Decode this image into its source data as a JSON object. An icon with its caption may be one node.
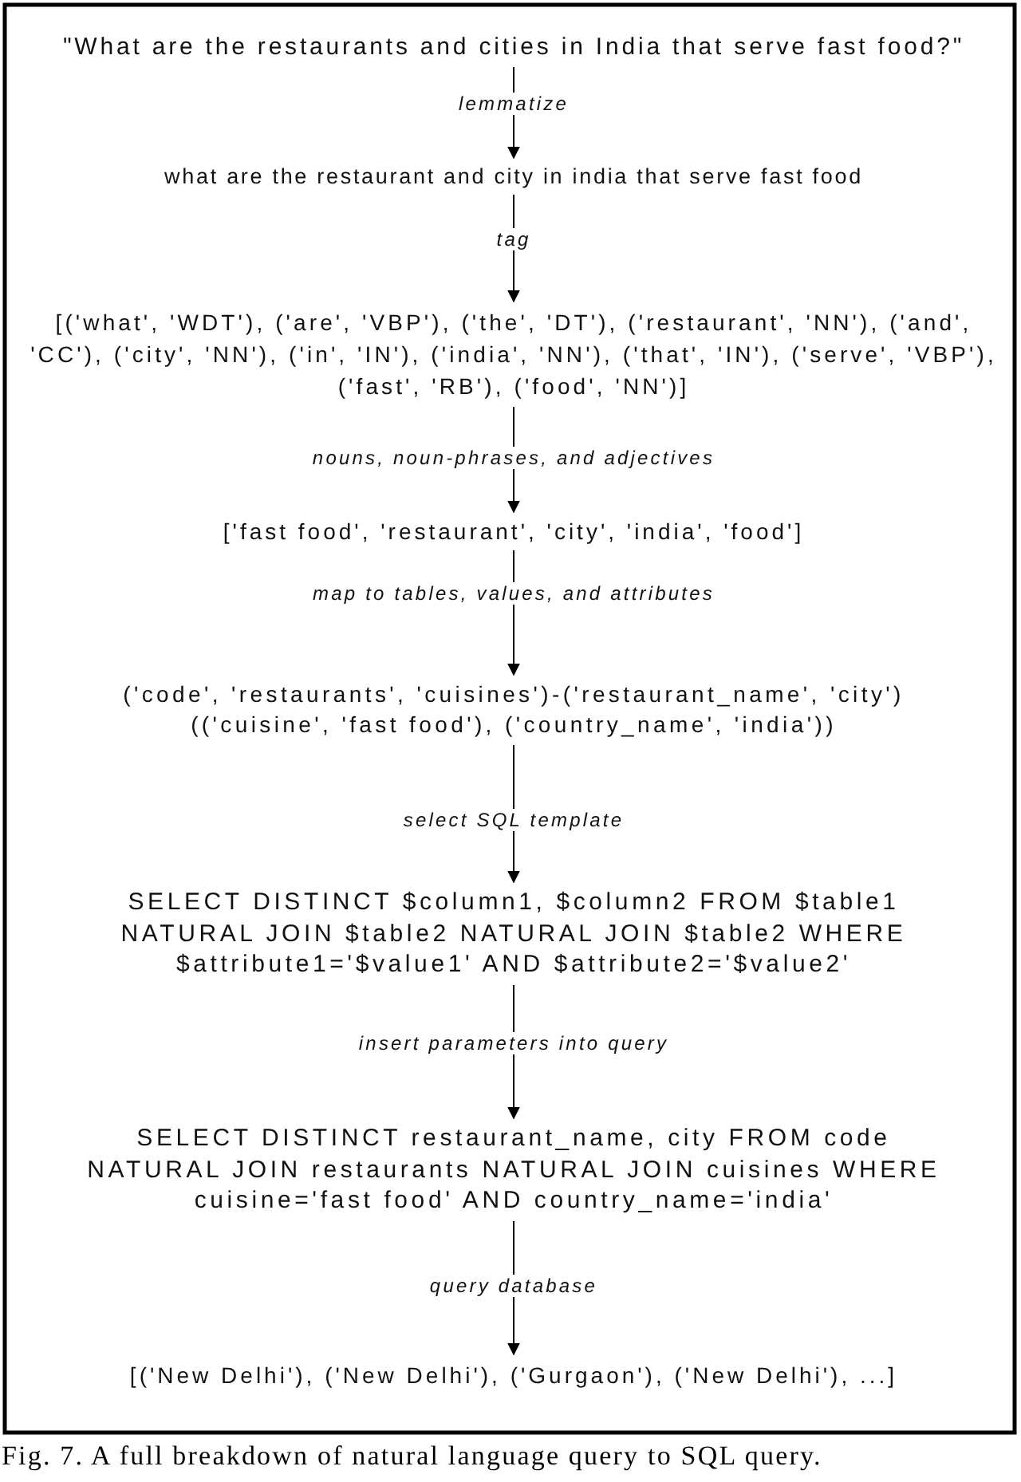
{
  "diagram": {
    "caption": "Fig. 7. A full breakdown of natural language query to SQL query.",
    "nodes": [
      {
        "text": [
          "\"What are the restaurants and cities in India that serve fast food?\""
        ]
      },
      {
        "text": [
          "what are the restaurant and city in india that serve fast food"
        ]
      },
      {
        "text": [
          "[('what', 'WDT'), ('are', 'VBP'), ('the', 'DT'), ('restaurant', 'NN'), ('and', 'CC'), ('city', 'NN'), ('in', 'IN'), ('india', 'NN'), ('that', 'IN'), ('serve', 'VBP'), ('fast', 'RB'), ('food', 'NN')]"
        ]
      },
      {
        "text": [
          "['fast food', 'restaurant', 'city', 'india', 'food']"
        ]
      },
      {
        "text": [
          "('code', 'restaurants', 'cuisines')-('restaurant_name', 'city') (('cuisine', 'fast food'), ('country_name', 'india'))"
        ]
      },
      {
        "text": [
          "SELECT DISTINCT $column1, $column2 FROM $table1 NATURAL JOIN $table2 NATURAL JOIN $table2 WHERE $attribute1='$value1' AND $attribute2='$value2'"
        ]
      },
      {
        "text": [
          "SELECT DISTINCT restaurant_name, city FROM code NATURAL JOIN restaurants NATURAL JOIN cuisines WHERE cuisine='fast food' AND country_name='india'"
        ]
      },
      {
        "text": [
          "[('New Delhi'), ('New Delhi'), ('Gurgaon'), ('New Delhi'), ...]"
        ]
      }
    ],
    "edges": [
      {
        "from": 0,
        "to": 1,
        "arrow": "to",
        "label": "lemmatize"
      },
      {
        "from": 1,
        "to": 2,
        "arrow": "to",
        "label": "tag"
      },
      {
        "from": 2,
        "to": 3,
        "arrow": "to",
        "label": "nouns, noun-phrases, and adjectives"
      },
      {
        "from": 3,
        "to": 4,
        "arrow": "to",
        "label": "map to tables, values, and attributes"
      },
      {
        "from": 4,
        "to": 5,
        "arrow": "to",
        "label": "select SQL template"
      },
      {
        "from": 5,
        "to": 6,
        "arrow": "to",
        "label": "insert parameters into query"
      },
      {
        "from": 6,
        "to": 7,
        "arrow": "to",
        "label": "query database"
      }
    ]
  }
}
